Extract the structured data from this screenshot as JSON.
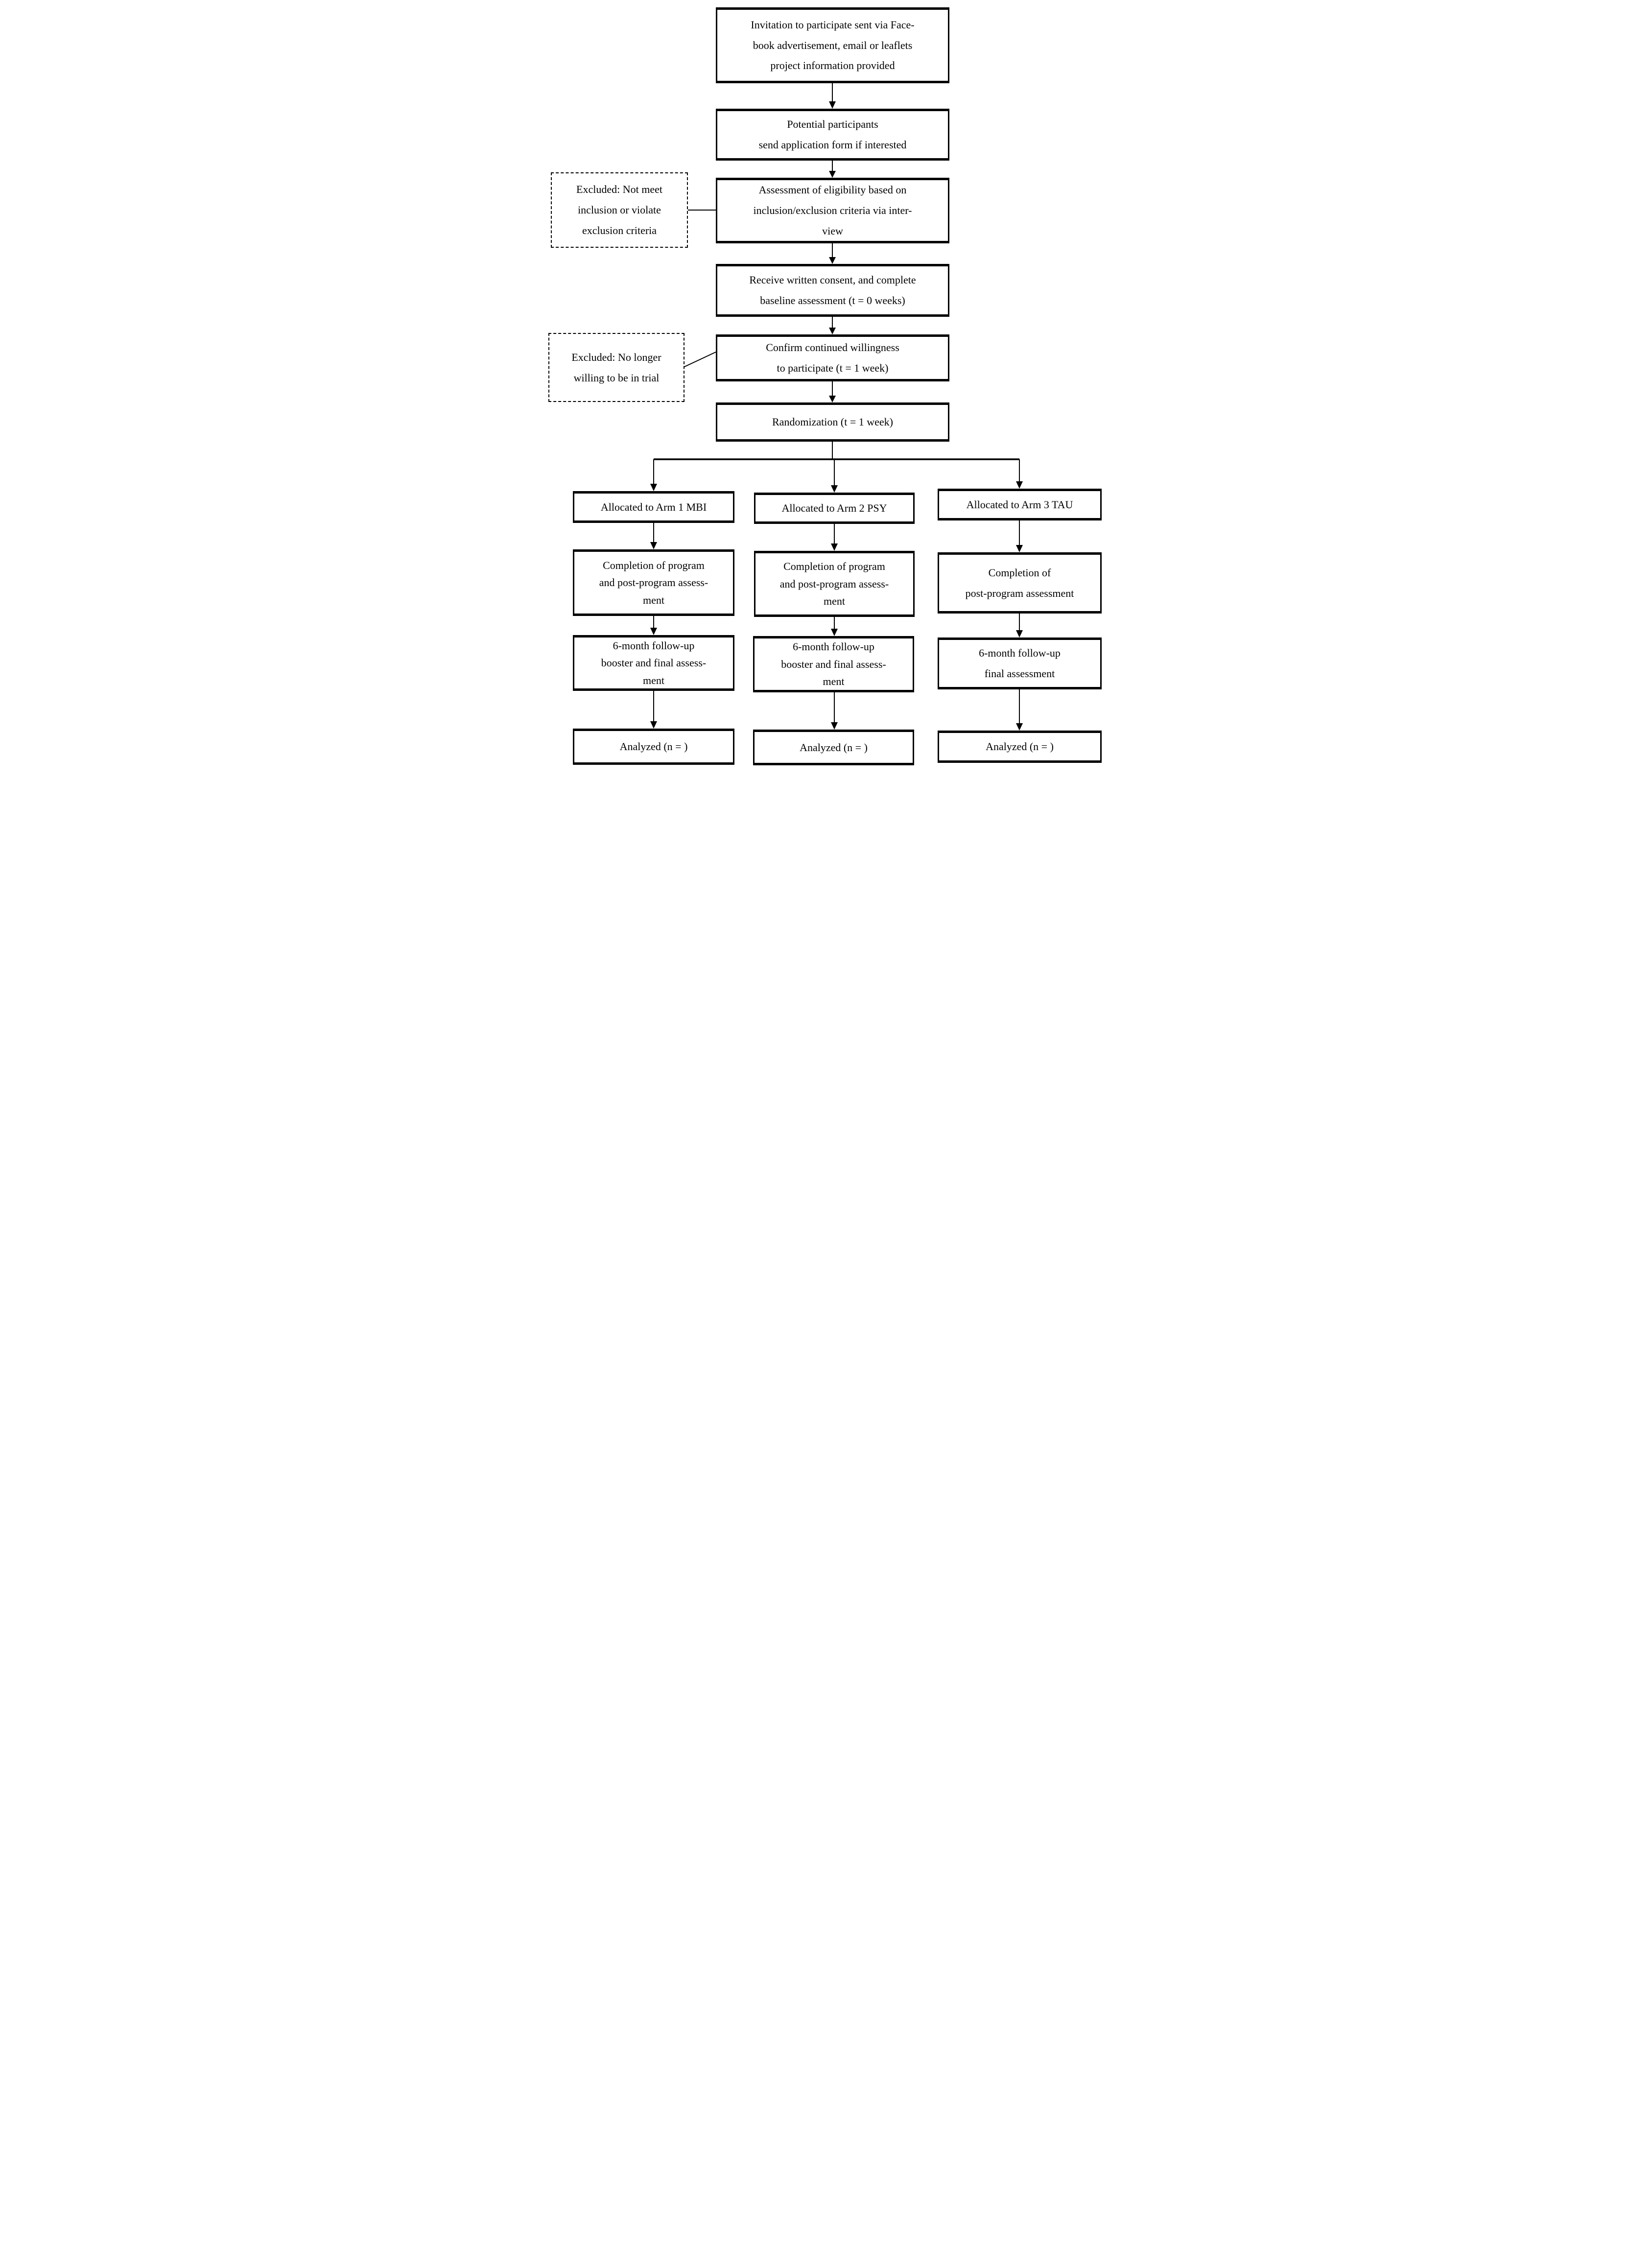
{
  "figure": {
    "type": "flowchart",
    "background_color": "#ffffff",
    "stroke_color": "#000000",
    "boxes": {
      "invitation": {
        "style": "solid",
        "lines": [
          "Invitation to participate sent via Face-",
          "book advertisement, email or leaflets",
          "project information provided"
        ]
      },
      "potential_participants": {
        "style": "solid",
        "lines": [
          "Potential participants",
          "send application form if interested"
        ]
      },
      "excluded_eligibility": {
        "style": "dashed",
        "lines": [
          "Excluded: Not meet",
          "inclusion or violate",
          "exclusion criteria"
        ]
      },
      "assessment_eligibility": {
        "style": "solid",
        "lines": [
          "Assessment of eligibility based on",
          "inclusion/exclusion criteria via inter-",
          "view"
        ]
      },
      "written_consent": {
        "style": "solid",
        "lines": [
          "Receive written consent, and complete",
          "baseline assessment (t = 0 weeks)"
        ]
      },
      "excluded_willingness": {
        "style": "dashed",
        "lines": [
          "Excluded: No longer",
          "willing to be in trial"
        ]
      },
      "confirm_willingness": {
        "style": "solid",
        "lines": [
          "Confirm continued willingness",
          "to participate (t = 1 week)"
        ]
      },
      "randomization": {
        "style": "solid",
        "lines": [
          "Randomization (t = 1 week)"
        ]
      },
      "arm1_allocated": {
        "style": "solid",
        "lines": [
          "Allocated to Arm 1 MBI"
        ]
      },
      "arm2_allocated": {
        "style": "solid",
        "lines": [
          "Allocated to Arm 2 PSY"
        ]
      },
      "arm3_allocated": {
        "style": "solid",
        "lines": [
          "Allocated to Arm 3 TAU"
        ]
      },
      "arm1_completion": {
        "style": "solid",
        "lines": [
          "Completion of program",
          "and post-program assess-",
          "ment"
        ]
      },
      "arm2_completion": {
        "style": "solid",
        "lines": [
          "Completion of program",
          "and post-program assess-",
          "ment"
        ]
      },
      "arm3_completion": {
        "style": "solid",
        "lines": [
          "Completion of",
          "post-program assessment"
        ]
      },
      "arm1_followup": {
        "style": "solid",
        "lines": [
          "6-month follow-up",
          "booster and final assess-",
          "ment"
        ]
      },
      "arm2_followup": {
        "style": "solid",
        "lines": [
          "6-month follow-up",
          "booster and final assess-",
          "ment"
        ]
      },
      "arm3_followup": {
        "style": "solid",
        "lines": [
          "6-month follow-up",
          "final assessment"
        ]
      },
      "arm1_analyzed": {
        "style": "solid",
        "lines": [
          "Analyzed (n = )"
        ]
      },
      "arm2_analyzed": {
        "style": "solid",
        "lines": [
          "Analyzed (n = )"
        ]
      },
      "arm3_analyzed": {
        "style": "solid",
        "lines": [
          "Analyzed (n = )"
        ]
      }
    }
  }
}
